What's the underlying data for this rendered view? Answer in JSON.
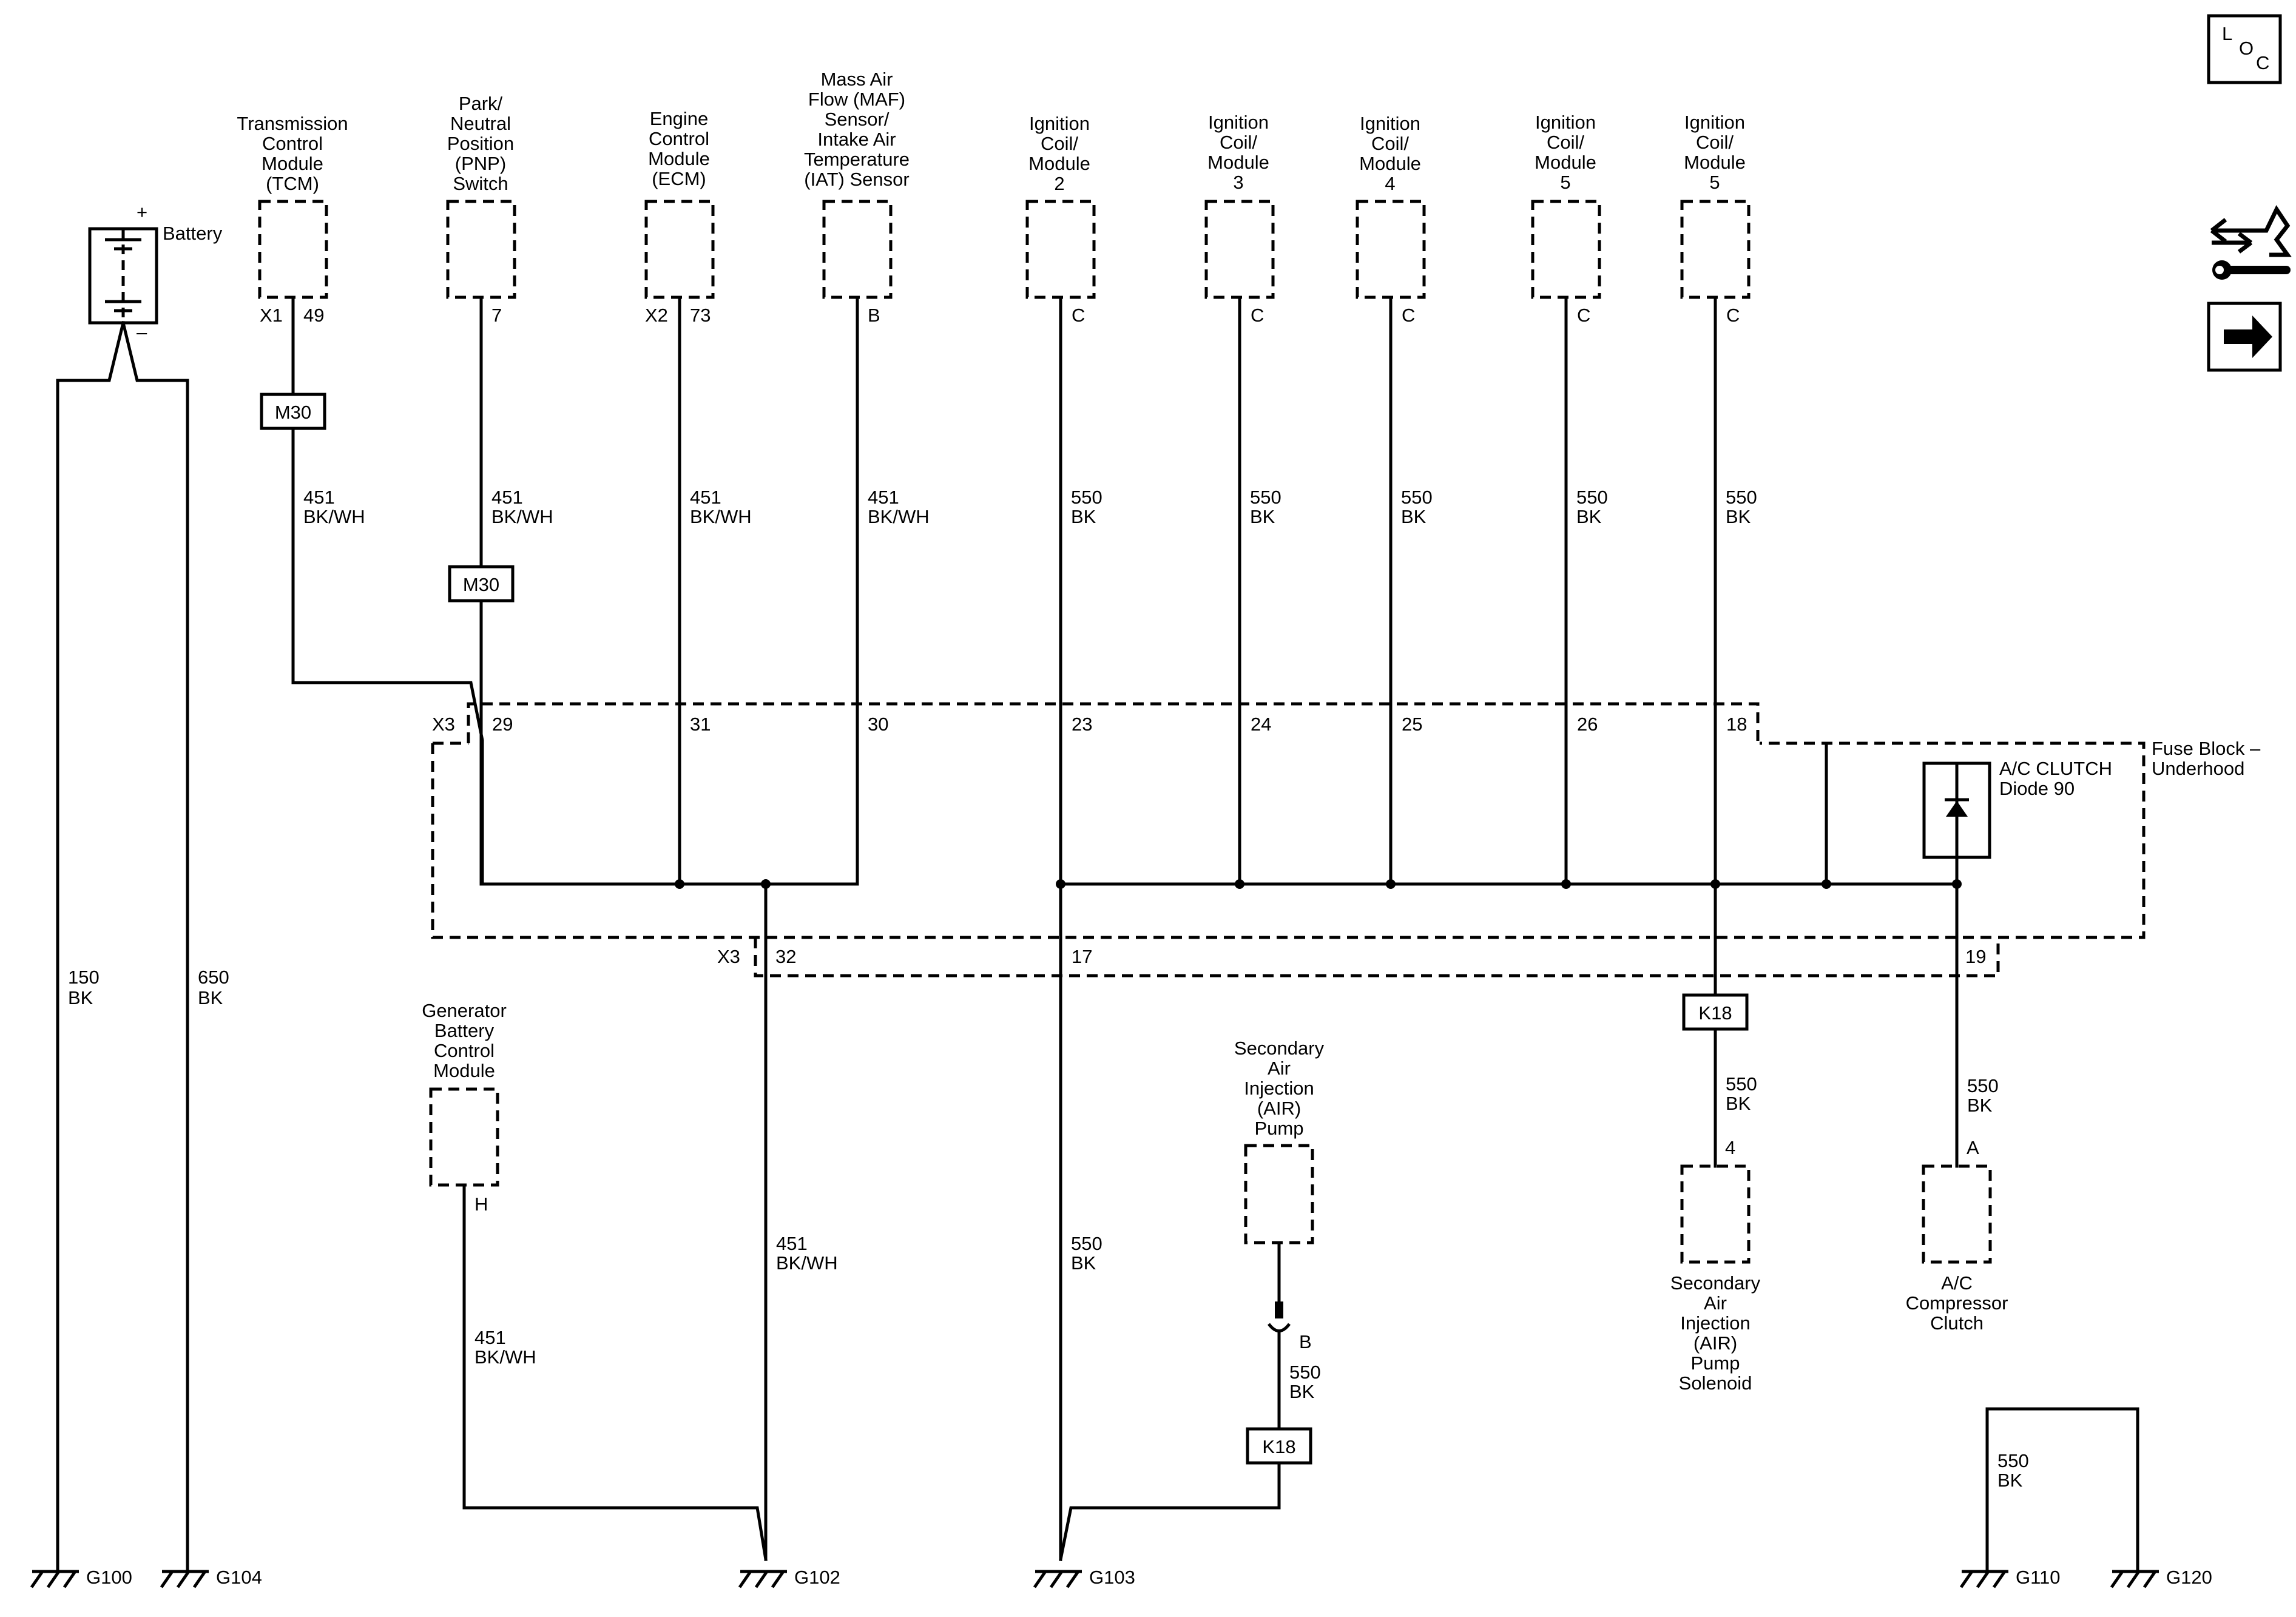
{
  "components": {
    "battery": "Battery",
    "tcm": [
      "Transmission",
      "Control",
      "Module",
      "(TCM)"
    ],
    "pnp": [
      "Park/",
      "Neutral",
      "Position",
      "(PNP)",
      "Switch"
    ],
    "ecm": [
      "Engine",
      "Control",
      "Module",
      "(ECM)"
    ],
    "maf": [
      "Mass Air",
      "Flow (MAF)",
      "Sensor/",
      "Intake Air",
      "Temperature",
      "(IAT) Sensor"
    ],
    "coil2": [
      "Ignition",
      "Coil/",
      "Module",
      "2"
    ],
    "coil3": [
      "Ignition",
      "Coil/",
      "Module",
      "3"
    ],
    "coil4": [
      "Ignition",
      "Coil/",
      "Module",
      "4"
    ],
    "coil5a": [
      "Ignition",
      "Coil/",
      "Module",
      "5"
    ],
    "coil5b": [
      "Ignition",
      "Coil/",
      "Module",
      "5"
    ],
    "gen": [
      "Generator",
      "Battery",
      "Control",
      "Module"
    ],
    "air_pump": [
      "Secondary",
      "Air",
      "Injection",
      "(AIR)",
      "Pump"
    ],
    "air_solenoid": [
      "Secondary",
      "Air",
      "Injection",
      "(AIR)",
      "Pump",
      "Solenoid"
    ],
    "ac_clutch": [
      "A/C",
      "Compressor",
      "Clutch"
    ],
    "fuse_block": [
      "Fuse Block –",
      "Underhood"
    ],
    "diode": [
      "A/C CLUTCH",
      "Diode 90"
    ]
  },
  "pins": {
    "tcm_conn": "X1",
    "tcm_pin": "49",
    "pnp_pin": "7",
    "ecm_conn": "X2",
    "ecm_pin": "73",
    "maf_pin": "B",
    "coil2_pin": "C",
    "coil3_pin": "C",
    "coil4_pin": "C",
    "coil5a_pin": "C",
    "coil5b_pin": "C",
    "gen_pin": "H",
    "air_pump_pin": "B",
    "air_solenoid_pin": "4",
    "ac_clutch_pin": "A",
    "x3_top": "X3",
    "x3_bottom": "X3",
    "fb_29": "29",
    "fb_31": "31",
    "fb_30": "30",
    "fb_23": "23",
    "fb_24": "24",
    "fb_25": "25",
    "fb_26": "26",
    "fb_18": "18",
    "fb_32": "32",
    "fb_17": "17",
    "fb_19": "19"
  },
  "splices": {
    "m30_a": "M30",
    "m30_b": "M30",
    "k18_a": "K18",
    "k18_b": "K18"
  },
  "wires": {
    "w150": [
      "150",
      "BK"
    ],
    "w650": [
      "650",
      "BK"
    ],
    "tcm": [
      "451",
      "BK/WH"
    ],
    "pnp": [
      "451",
      "BK/WH"
    ],
    "ecm": [
      "451",
      "BK/WH"
    ],
    "maf": [
      "451",
      "BK/WH"
    ],
    "coil2": [
      "550",
      "BK"
    ],
    "coil3": [
      "550",
      "BK"
    ],
    "coil4": [
      "550",
      "BK"
    ],
    "coil5a": [
      "550",
      "BK"
    ],
    "coil5b": [
      "550",
      "BK"
    ],
    "g102": [
      "451",
      "BK/WH"
    ],
    "g103": [
      "550",
      "BK"
    ],
    "gen": [
      "451",
      "BK/WH"
    ],
    "air_pump": [
      "550",
      "BK"
    ],
    "air_solenoid": [
      "550",
      "BK"
    ],
    "ac_clutch": [
      "550",
      "BK"
    ],
    "g110": [
      "550",
      "BK"
    ]
  },
  "grounds": {
    "g100": "G100",
    "g104": "G104",
    "g102": "G102",
    "g103": "G103",
    "g110": "G110",
    "g120": "G120"
  },
  "side_icons": {
    "loc_letters": [
      "L",
      "O",
      "C"
    ],
    "loc": "loc-icon",
    "service": "connector-wrench-icon",
    "next": "arrow-right-icon"
  }
}
